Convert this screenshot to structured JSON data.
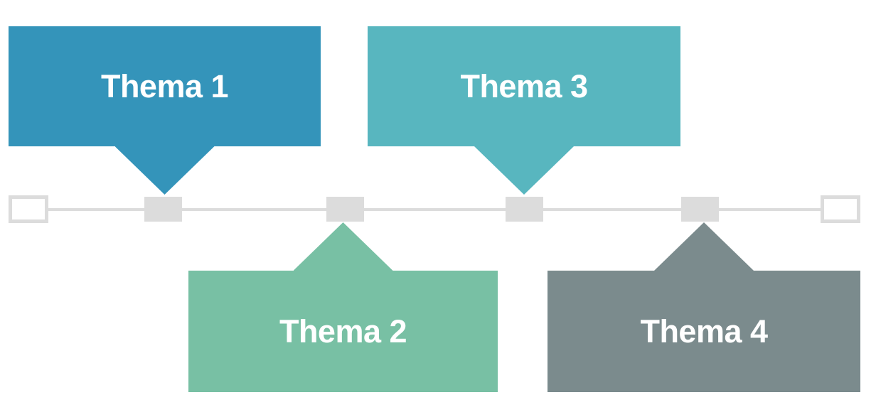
{
  "diagram": {
    "type": "timeline-callouts",
    "background": "#ffffff",
    "text_color": "#ffffff",
    "timeline": {
      "line_color": "#dcdcdc",
      "marker_color": "#dcdcdc",
      "marker_count": 4,
      "endpoint_fill": "#ffffff",
      "endpoint_border_color": "#dcdcdc"
    },
    "topics": [
      {
        "label": "Thema 1",
        "color": "#3494ba",
        "placement": "above"
      },
      {
        "label": "Thema 2",
        "color": "#78c0a4",
        "placement": "below"
      },
      {
        "label": "Thema 3",
        "color": "#58b6bf",
        "placement": "above"
      },
      {
        "label": "Thema 4",
        "color": "#7b8b8d",
        "placement": "below"
      }
    ]
  }
}
